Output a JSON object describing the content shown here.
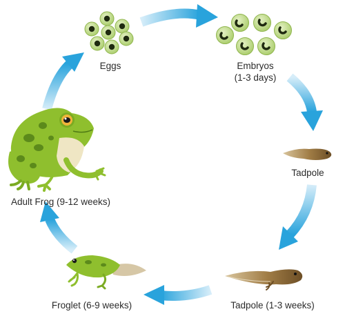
{
  "stages": {
    "eggs": {
      "label": "Eggs"
    },
    "embryos": {
      "label": "Embryos",
      "sublabel": "(1-3 days)"
    },
    "tadpole": {
      "label": "Tadpole"
    },
    "tadpole_late": {
      "label": "Tadpole (1-3 weeks)"
    },
    "froglet": {
      "label": "Froglet (6-9 weeks)"
    },
    "adult": {
      "label": "Adult Frog (9-12 weeks)"
    }
  },
  "colors": {
    "arrow": "#29a3dc",
    "arrow_light": "#d4ecf8",
    "egg_fill": "#c5df92",
    "egg_core": "#1f2a10",
    "frog_green": "#8fbf2e",
    "frog_spots": "#5c8a1b",
    "frog_belly": "#efe6c4",
    "tadpole_brown": "#8a6a3a",
    "tadpole_tail": "#c9b48b"
  },
  "icons": [
    "egg-cluster-icon",
    "embryo-cluster-icon",
    "tadpole-icon",
    "tadpole-with-legs-icon",
    "froglet-icon",
    "adult-frog-icon",
    "cycle-arrow-icon"
  ]
}
